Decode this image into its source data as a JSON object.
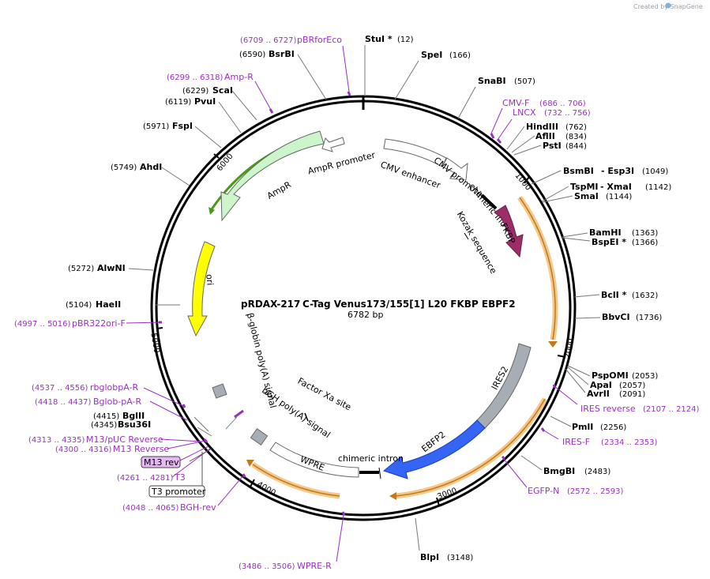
{
  "watermark": "Created by SnapGene",
  "title": {
    "name": "pRDAX-217",
    "description": "C-Tag Venus173/155[1] L20 FKBP EBPF2",
    "size": "6782 bp"
  },
  "total_bp": 6782,
  "scale_ticks": [
    "1000",
    "2000",
    "3000",
    "4000",
    "5000",
    "6000"
  ],
  "enzymes": [
    {
      "name": "StuI *",
      "pos": "(12)"
    },
    {
      "name": "SpeI",
      "pos": "(166)"
    },
    {
      "name": "SnaBI",
      "pos": "(507)"
    },
    {
      "name": "HindIII",
      "pos": "(762)"
    },
    {
      "name": "AflII",
      "pos": "(834)"
    },
    {
      "name": "PstI",
      "pos": "(844)"
    },
    {
      "name": "BsmBI",
      "pos": "(1049)",
      "extra": "- Esp3I"
    },
    {
      "name": "TspMI",
      "pos": "(1142)",
      "extra": "- XmaI"
    },
    {
      "name": "SmaI",
      "pos": "(1144)"
    },
    {
      "name": "BamHI",
      "pos": "(1363)"
    },
    {
      "name": "BspEI *",
      "pos": "(1366)"
    },
    {
      "name": "BclI *",
      "pos": "(1632)"
    },
    {
      "name": "BbvCI",
      "pos": "(1736)"
    },
    {
      "name": "PspOMI",
      "pos": "(2053)"
    },
    {
      "name": "ApaI",
      "pos": "(2057)"
    },
    {
      "name": "AvrII",
      "pos": "(2091)"
    },
    {
      "name": "PmlI",
      "pos": "(2256)"
    },
    {
      "name": "BmgBI",
      "pos": "(2483)"
    },
    {
      "name": "BlpI",
      "pos": "(3148)"
    },
    {
      "name": "Bsu36I",
      "pos": "(4345)"
    },
    {
      "name": "BglII",
      "pos": "(4415)"
    },
    {
      "name": "HaeII",
      "pos": "(5104)"
    },
    {
      "name": "AlwNI",
      "pos": "(5272)"
    },
    {
      "name": "AhdI",
      "pos": "(5749)"
    },
    {
      "name": "FspI",
      "pos": "(5971)"
    },
    {
      "name": "PvuI",
      "pos": "(6119)"
    },
    {
      "name": "ScaI",
      "pos": "(6229)"
    },
    {
      "name": "BsrBI",
      "pos": "(6590)"
    }
  ],
  "primers": [
    {
      "name": "pBRforEco",
      "range": "(6709 .. 6727)"
    },
    {
      "name": "Amp-R",
      "range": "(6299 .. 6318)"
    },
    {
      "name": "CMV-F",
      "range": "(686 .. 706)"
    },
    {
      "name": "LNCX",
      "range": "(732 .. 756)"
    },
    {
      "name": "pBR322ori-F",
      "range": "(4997 .. 5016)"
    },
    {
      "name": "IRES reverse",
      "range": "(2107 .. 2124)"
    },
    {
      "name": "IRES-F",
      "range": "(2334 .. 2353)"
    },
    {
      "name": "EGFP-N",
      "range": "(2572 .. 2593)"
    },
    {
      "name": "rbglobpA-R",
      "range": "(4537 .. 4556)"
    },
    {
      "name": "Bglob-pA-R",
      "range": "(4418 .. 4437)"
    },
    {
      "name": "M13/pUC Reverse",
      "range": "(4313 .. 4335)"
    },
    {
      "name": "M13 Reverse",
      "range": "(4300 .. 4316)"
    },
    {
      "name": "T3",
      "range": "(4261 .. 4281)"
    },
    {
      "name": "BGH-rev",
      "range": "(4048 .. 4065)"
    },
    {
      "name": "WPRE-R",
      "range": "(3486 .. 3506)"
    }
  ],
  "boxed_labels": [
    "M13 rev",
    "T3 promoter"
  ],
  "features": [
    "AmpR promoter",
    "AmpR",
    "CMV enhancer",
    "CMV promoter",
    "chimeric intron",
    "FKBP",
    "Kozak sequence",
    "ori",
    "β-globin poly(A) signal",
    "IRES2",
    "EBFP2",
    "chimeric intron",
    "WPRE",
    "bGH poly(A) signal",
    "Factor Xa site"
  ],
  "colors": {
    "ampR": "#ccf5cc",
    "cmv": "#ffffff",
    "fkbp": "#9b2e68",
    "ori": "#ffff00",
    "ires": "#a7adb5",
    "ebfp2": "#3465f5",
    "orf_highlight": "#f5c88a",
    "orf_line": "#c07a1c",
    "green_line": "#4a9a18",
    "primer": "#9a2fc4",
    "backbone": "#000000"
  }
}
